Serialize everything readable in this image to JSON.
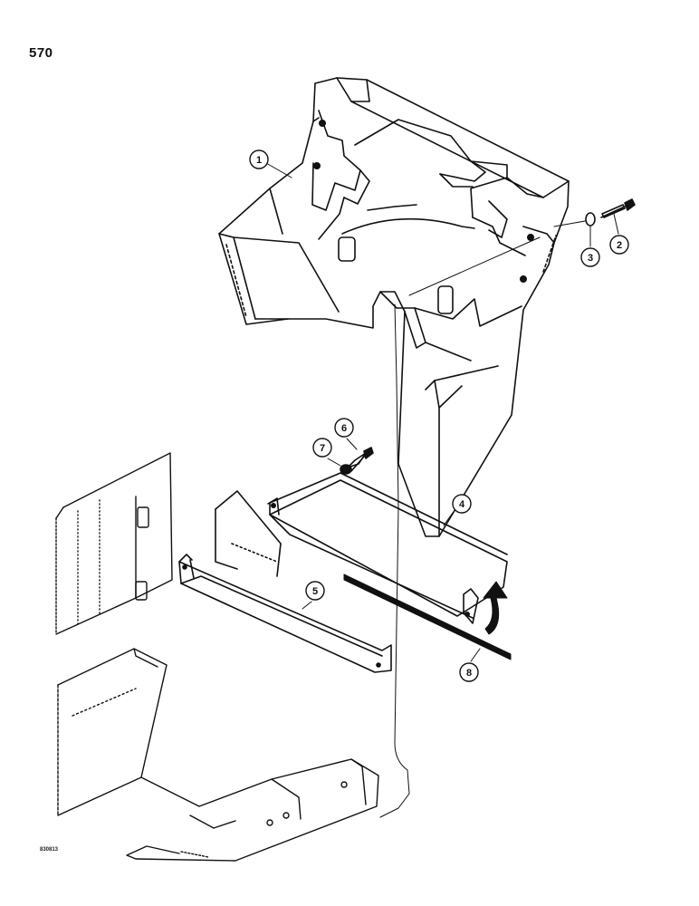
{
  "page_number": "570",
  "figure_code": "830813",
  "callouts": [
    {
      "id": "1",
      "label": "1"
    },
    {
      "id": "2",
      "label": "2"
    },
    {
      "id": "3",
      "label": "3"
    },
    {
      "id": "4",
      "label": "4"
    },
    {
      "id": "5",
      "label": "5"
    },
    {
      "id": "6",
      "label": "6"
    },
    {
      "id": "7",
      "label": "7"
    },
    {
      "id": "8",
      "label": "8"
    }
  ]
}
